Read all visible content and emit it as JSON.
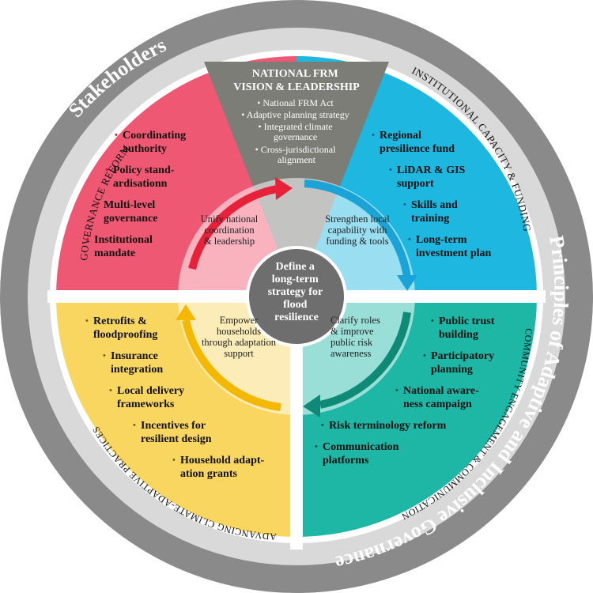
{
  "outer_ring": {
    "stakeholders": "Stakeholders",
    "principles": "Principles of Adaptive and Inclusive Governance"
  },
  "center": {
    "lines": [
      "Define a",
      "long-term",
      "strategy for",
      "flood",
      "resilience"
    ]
  },
  "top_panel": {
    "title_line1": "NATIONAL FRM",
    "title_line2": "VISION & LEADERSHIP",
    "items": [
      "• National FRM Act",
      "• Adaptive planning strategy",
      "• Integrated climate",
      "governance",
      "• Cross-jurisdictional",
      "alignment"
    ]
  },
  "quadrants": {
    "governance": {
      "title": "GOVERNANCE REFORM",
      "items": [
        "Coordinating authority",
        "Policy standardisationn",
        "Multi-level governance",
        "Institutional mandate"
      ],
      "display": [
        "Coordinating\nauthority",
        "Policy stand-\nardisationn",
        "Multi-level\ngovernance",
        "Institutional\nmandate"
      ],
      "hub": "Unify national coordination & leadership",
      "color": "#ef5872"
    },
    "institutional": {
      "title": "INSTITUTIONAL CAPACITY & FUNDING",
      "items": [
        "Regional presilience fund",
        "LiDAR & GIS support",
        "Skills and training",
        "Long-term investment plan"
      ],
      "display": [
        "Regional\npresilience fund",
        "LiDAR & GIS\nsupport",
        "Skills and\ntraining",
        "Long-term\ninvestment plan"
      ],
      "hub": "Strengthen local capability with funding & tools",
      "color": "#1db7e0"
    },
    "community": {
      "title": "COMMUNITY ENGAGEMENT & COMMUNICATION",
      "items": [
        "Public trust building",
        "Participatory planning",
        "National awareness campaign",
        "Risk terminology reform",
        "Communication platforms"
      ],
      "display": [
        "Public trust\nbuilding",
        "Participatory\nplanning",
        "National aware-\nness campaign",
        "Risk terminology reform",
        "Communication\nplatforms"
      ],
      "hub": "Clarify roles & improve public risk awareness",
      "color": "#1eb7a6"
    },
    "climate": {
      "title": "ADVANCING CLIMATE-ADAPTIVE PRACTICES",
      "items": [
        "Retrofits & floodproofing",
        "Insurance integration",
        "Local delivery frameworks",
        "Incentives for resilient design",
        "Household adaptation grants"
      ],
      "display": [
        "Retrofits &\nfloodproofing",
        "Insurance\nintegration",
        "Local delivery\nframeworks",
        "Incentives for\nresilient design",
        "Household adapt-\nation grants"
      ],
      "hub": "Empower households through adaptation support",
      "color": "#f9d660"
    }
  },
  "colors": {
    "outer_ring": "#8a8a8a",
    "inner_ring": "#d9d9d9",
    "top_wedge": "#7b7d76",
    "center": "#6e6e6e",
    "arrow_red": "#e8213a",
    "arrow_blue": "#1aa3d6",
    "arrow_teal": "#0e8a76",
    "arrow_yellow": "#f5b800"
  }
}
